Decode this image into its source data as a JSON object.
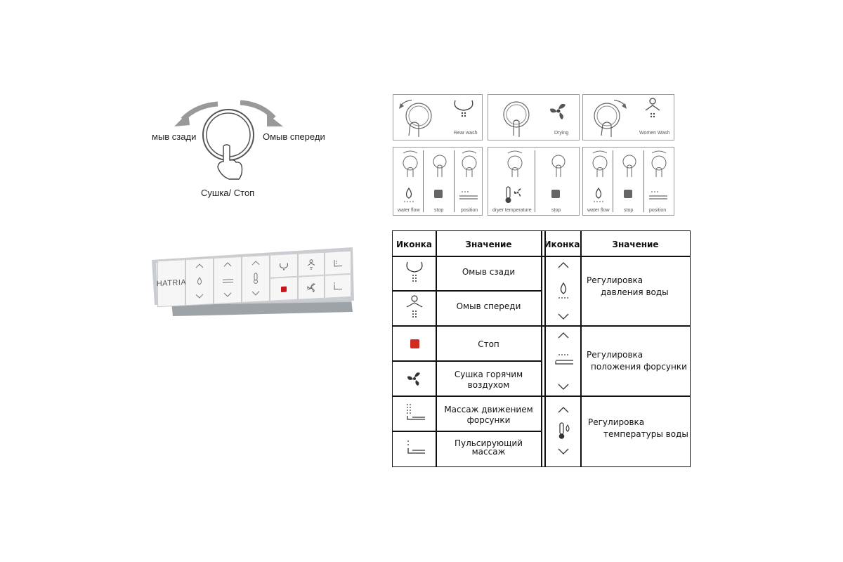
{
  "dial": {
    "left_label": "мыв сзади",
    "right_label": "Омыв спереди",
    "bottom_label": "Сушка/ Стоп"
  },
  "remote": {
    "brand": "HATRIA",
    "accent_color": "#c8141a"
  },
  "cards_top": [
    {
      "caption": "Rear wash"
    },
    {
      "caption": "Drying"
    },
    {
      "caption": "Women Wash"
    }
  ],
  "cards_bottom": [
    {
      "captions": [
        "water flow",
        "stop",
        "position"
      ]
    },
    {
      "captions": [
        "dryer temperature",
        "stop"
      ]
    },
    {
      "captions": [
        "water flow",
        "stop",
        "position"
      ]
    }
  ],
  "legend": {
    "header_icon": "Иконка",
    "header_meaning": "Значение",
    "left_rows": [
      {
        "icon": "rear-wash-icon",
        "lines": [
          "Омыв сзади"
        ]
      },
      {
        "icon": "front-wash-icon",
        "lines": [
          "Омыв спереди"
        ]
      },
      {
        "icon": "stop-icon",
        "lines": [
          "Стоп"
        ]
      },
      {
        "icon": "fan-icon",
        "lines": [
          "Сушка горячим",
          "воздухом"
        ]
      },
      {
        "icon": "massage-icon",
        "lines": [
          "Массаж движением",
          "форсунки"
        ]
      },
      {
        "icon": "pulse-icon",
        "lines": [
          "Пульсирующий",
          "массаж"
        ]
      }
    ],
    "right_rows": [
      {
        "icon": "water-drop-icon",
        "lines": [
          "Регулировка",
          "давления воды"
        ]
      },
      {
        "icon": "nozzle-position-icon",
        "lines": [
          "Регулировка",
          "положения форсунки"
        ]
      },
      {
        "icon": "thermometer-icon",
        "lines": [
          "Регулировка",
          "температуры воды"
        ]
      }
    ]
  }
}
